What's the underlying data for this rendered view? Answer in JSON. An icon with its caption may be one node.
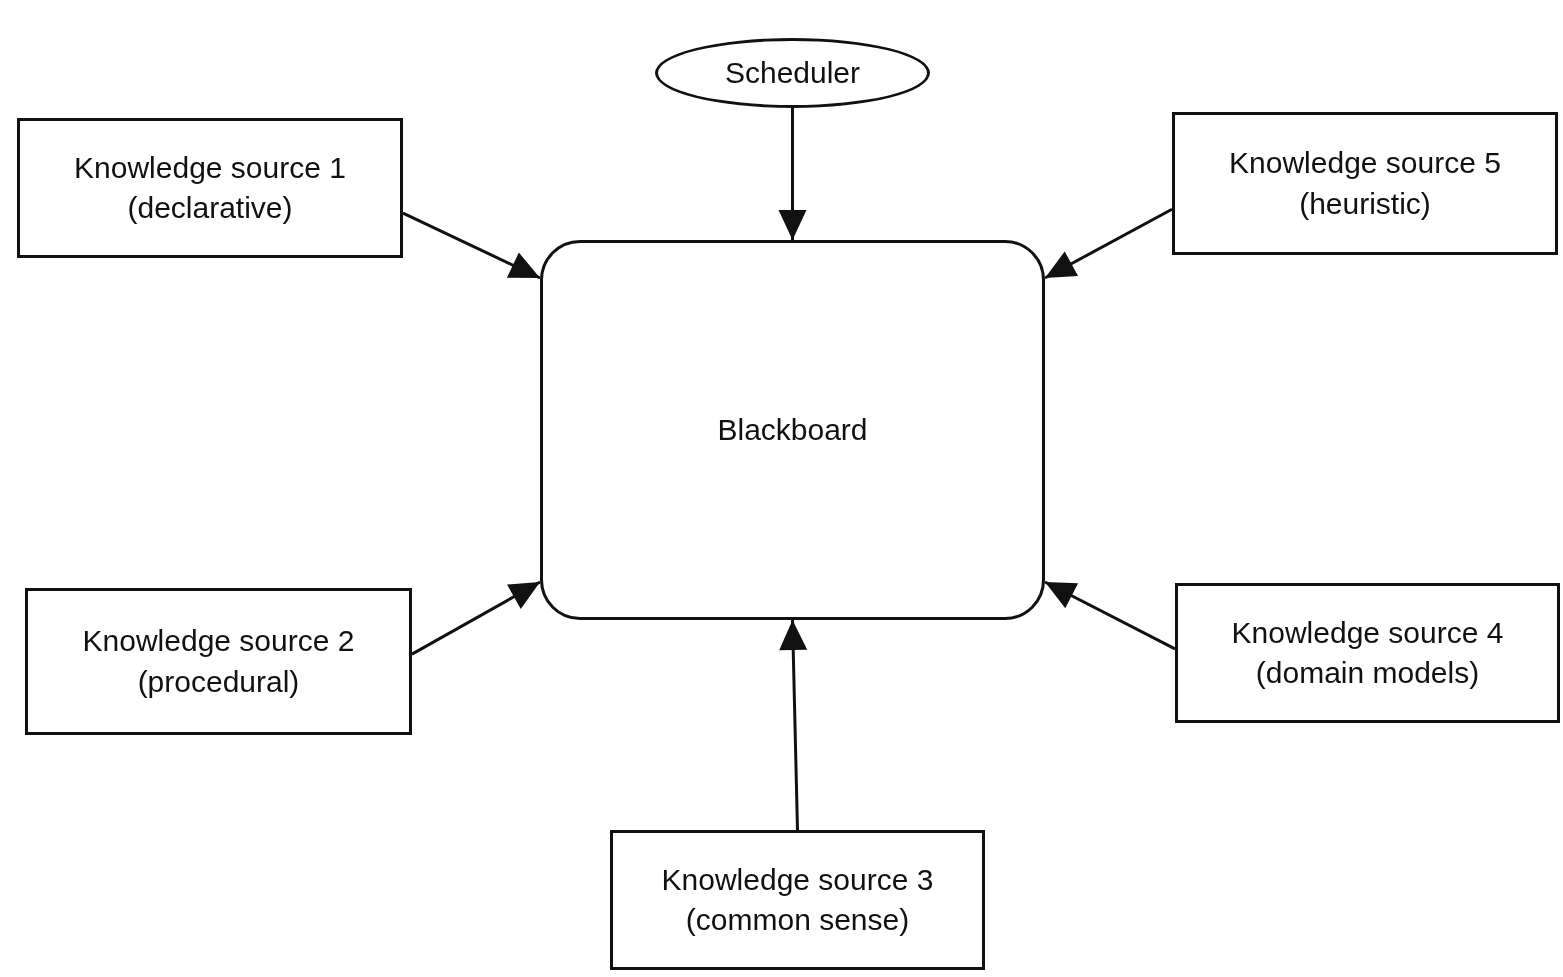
{
  "diagram": {
    "nodes": [
      {
        "text": [
          "Scheduler"
        ]
      },
      {
        "text": [
          "Knowledge source 1 (declarative)"
        ]
      },
      {
        "text": [
          "Knowledge source 5 (heuristic)"
        ]
      },
      {
        "text": [
          "Blackboard"
        ]
      },
      {
        "text": [
          "Knowledge source 2 (procedural)"
        ]
      },
      {
        "text": [
          "Knowledge source 4 (domain models)"
        ]
      },
      {
        "text": [
          "Knowledge source 3 (common sense)"
        ]
      }
    ],
    "edges": [
      {
        "from": 0,
        "to": 3,
        "arrow": "to"
      },
      {
        "from": 1,
        "to": 3,
        "arrow": "to"
      },
      {
        "from": 2,
        "to": 3,
        "arrow": "to"
      },
      {
        "from": 4,
        "to": 3,
        "arrow": "to"
      },
      {
        "from": 5,
        "to": 3,
        "arrow": "to"
      },
      {
        "from": 6,
        "to": 3,
        "arrow": "to"
      }
    ]
  }
}
